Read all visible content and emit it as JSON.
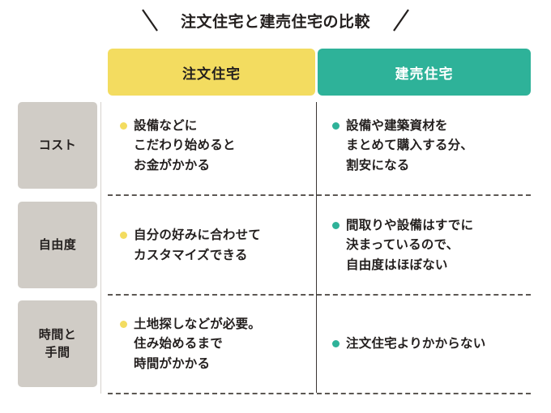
{
  "title": {
    "text": "注文住宅と建売住宅の比較",
    "left_slash": "slash-left",
    "right_slash": "slash-right"
  },
  "colors": {
    "yellow": "#F3DC60",
    "teal": "#2EB299",
    "gray_label": "#D0CCC6",
    "text": "#231F1E",
    "divider": "#3A3633"
  },
  "headers": [
    {
      "label": "注文住宅",
      "accent": "#F3DC60"
    },
    {
      "label": "建売住宅",
      "accent": "#2EB299"
    }
  ],
  "rows": [
    {
      "label_lines": [
        "コスト"
      ],
      "left": {
        "lines": [
          "設備などに",
          "こだわり始めると",
          "お金がかかる"
        ]
      },
      "right": {
        "lines": [
          "設備や建築資材を",
          "まとめて購入する分、",
          "割安になる"
        ]
      }
    },
    {
      "label_lines": [
        "自由度"
      ],
      "left": {
        "lines": [
          "自分の好みに合わせて",
          "カスタマイズできる"
        ]
      },
      "right": {
        "lines": [
          "間取りや設備はすでに",
          "決まっているので、",
          "自由度はほぼない"
        ]
      }
    },
    {
      "label_lines": [
        "時間と",
        "手間"
      ],
      "left": {
        "lines": [
          "土地探しなどが必要。",
          "住み始めるまで",
          "時間がかかる"
        ]
      },
      "right": {
        "lines": [
          "注文住宅よりかからない"
        ]
      }
    }
  ]
}
